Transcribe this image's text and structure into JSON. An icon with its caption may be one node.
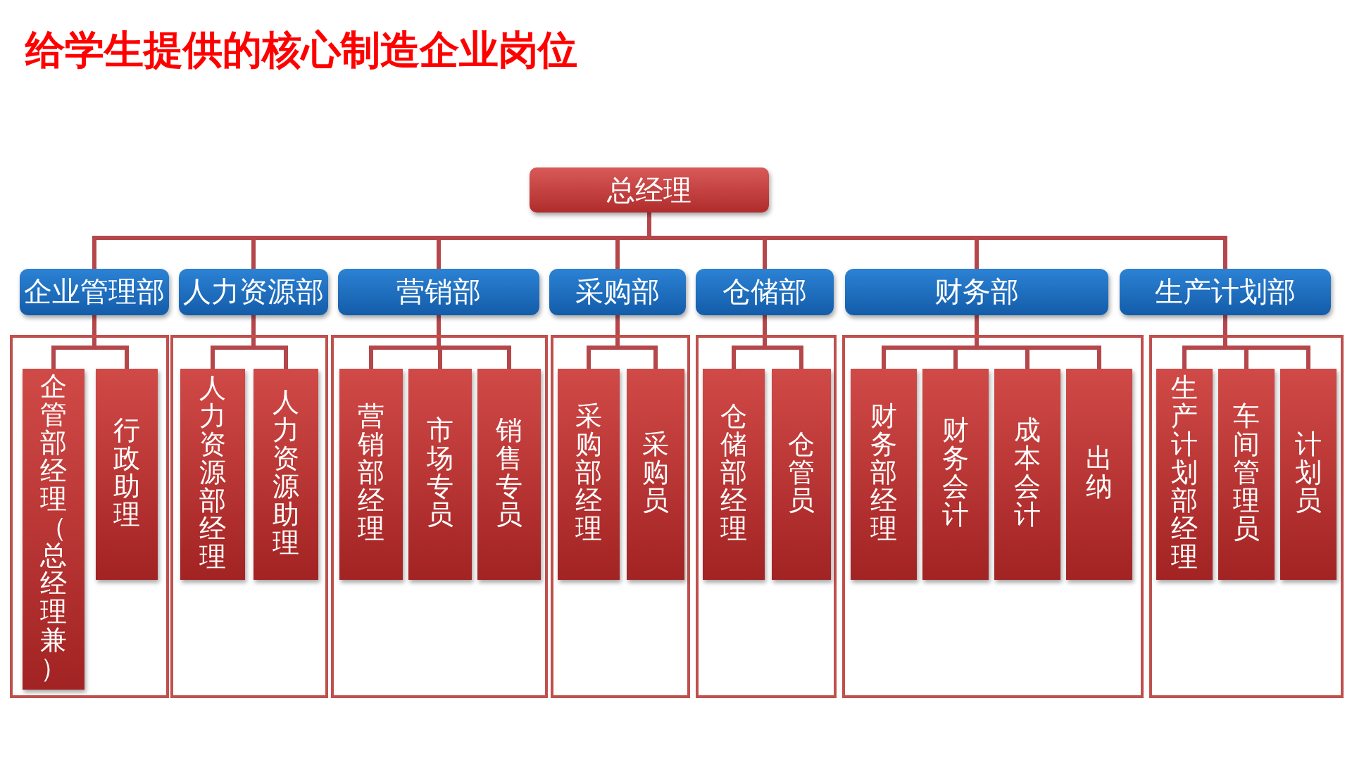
{
  "diagram": {
    "title": "给学生提供的核心制造企业岗位",
    "nodes": [
      {
        "text": [
          "总经理"
        ]
      },
      {
        "text": [
          "企业管理部"
        ]
      },
      {
        "text": [
          "人力资源部"
        ]
      },
      {
        "text": [
          "营销部"
        ]
      },
      {
        "text": [
          "采购部"
        ]
      },
      {
        "text": [
          "仓储部"
        ]
      },
      {
        "text": [
          "财务部"
        ]
      },
      {
        "text": [
          "生产计划部"
        ]
      },
      {
        "text": [],
        "shape": "box"
      },
      {
        "text": [
          "企管部经理（总经理兼）"
        ],
        "in": 8
      },
      {
        "text": [
          "行政助理"
        ],
        "in": 8
      },
      {
        "text": [],
        "shape": "box"
      },
      {
        "text": [
          "人力资源部经理"
        ],
        "in": 11
      },
      {
        "text": [
          "人力资源助理"
        ],
        "in": 11
      },
      {
        "text": [],
        "shape": "box"
      },
      {
        "text": [
          "营销部经理"
        ],
        "in": 14
      },
      {
        "text": [
          "市场专员"
        ],
        "in": 14
      },
      {
        "text": [
          "销售专员"
        ],
        "in": 14
      },
      {
        "text": [],
        "shape": "box"
      },
      {
        "text": [
          "采购部经理"
        ],
        "in": 18
      },
      {
        "text": [
          "采购员"
        ],
        "in": 18
      },
      {
        "text": [],
        "shape": "box"
      },
      {
        "text": [
          "仓储部经理"
        ],
        "in": 21
      },
      {
        "text": [
          "仓管员"
        ],
        "in": 21
      },
      {
        "text": [],
        "shape": "box"
      },
      {
        "text": [
          "财务部经理"
        ],
        "in": 24
      },
      {
        "text": [
          "财务会计"
        ],
        "in": 24
      },
      {
        "text": [
          "成本会计"
        ],
        "in": 24
      },
      {
        "text": [
          "出纳"
        ],
        "in": 24
      },
      {
        "text": [],
        "shape": "box"
      },
      {
        "text": [
          "生产计划部经理"
        ],
        "in": 29
      },
      {
        "text": [
          "车间管理员"
        ],
        "in": 29
      },
      {
        "text": [
          "计划员"
        ],
        "in": 29
      }
    ],
    "edges": [
      {
        "from": 0,
        "to": 1,
        "arrow": "none"
      },
      {
        "from": 0,
        "to": 2,
        "arrow": "none"
      },
      {
        "from": 0,
        "to": 3,
        "arrow": "none"
      },
      {
        "from": 0,
        "to": 4,
        "arrow": "none"
      },
      {
        "from": 0,
        "to": 5,
        "arrow": "none"
      },
      {
        "from": 0,
        "to": 6,
        "arrow": "none"
      },
      {
        "from": 0,
        "to": 7,
        "arrow": "none"
      },
      {
        "from": 1,
        "to": 9,
        "arrow": "none"
      },
      {
        "from": 1,
        "to": 10,
        "arrow": "none"
      },
      {
        "from": 2,
        "to": 12,
        "arrow": "none"
      },
      {
        "from": 2,
        "to": 13,
        "arrow": "none"
      },
      {
        "from": 3,
        "to": 15,
        "arrow": "none"
      },
      {
        "from": 3,
        "to": 16,
        "arrow": "none"
      },
      {
        "from": 3,
        "to": 17,
        "arrow": "none"
      },
      {
        "from": 4,
        "to": 19,
        "arrow": "none"
      },
      {
        "from": 4,
        "to": 20,
        "arrow": "none"
      },
      {
        "from": 5,
        "to": 22,
        "arrow": "none"
      },
      {
        "from": 5,
        "to": 23,
        "arrow": "none"
      },
      {
        "from": 6,
        "to": 25,
        "arrow": "none"
      },
      {
        "from": 6,
        "to": 26,
        "arrow": "none"
      },
      {
        "from": 6,
        "to": 27,
        "arrow": "none"
      },
      {
        "from": 6,
        "to": 28,
        "arrow": "none"
      },
      {
        "from": 7,
        "to": 30,
        "arrow": "none"
      },
      {
        "from": 7,
        "to": 31,
        "arrow": "none"
      },
      {
        "from": 7,
        "to": 32,
        "arrow": "none"
      }
    ]
  }
}
